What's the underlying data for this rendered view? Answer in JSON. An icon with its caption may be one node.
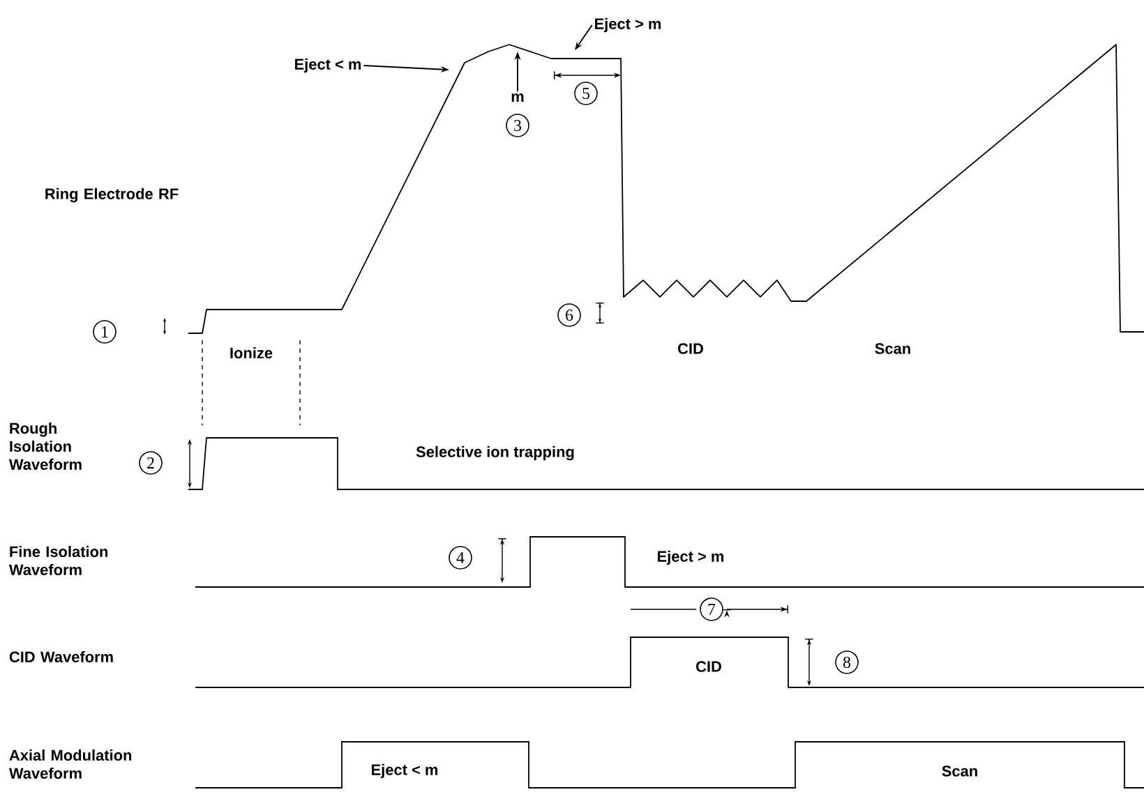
{
  "diagram": {
    "nodes": [
      {
        "text": [
          "Eject > m"
        ]
      },
      {
        "text": [
          "Eject < m"
        ]
      },
      {
        "text": [
          "m"
        ]
      },
      {
        "text": [
          "5"
        ]
      },
      {
        "text": [
          "3"
        ]
      },
      {
        "text": [
          "1"
        ]
      },
      {
        "text": [
          "6"
        ]
      },
      {
        "text": [
          "2"
        ]
      },
      {
        "text": [
          "4"
        ]
      },
      {
        "text": [
          "7"
        ]
      },
      {
        "text": [
          "8"
        ]
      }
    ],
    "edges": [
      {
        "from": 0,
        "to": null,
        "arrow": "to"
      },
      {
        "from": 1,
        "to": null,
        "arrow": "to"
      },
      {
        "from": 2,
        "to": null,
        "arrow": "to"
      }
    ],
    "labels": [
      "Ring Electrode RF",
      "Ionize",
      "CID",
      "Scan",
      "Rough Isolation Waveform",
      "Selective ion trapping",
      "Fine Isolation Waveform",
      "Eject > m",
      "CID Waveform",
      "CID",
      "Axial Modulation Waveform",
      "Eject < m",
      "Scan"
    ]
  }
}
